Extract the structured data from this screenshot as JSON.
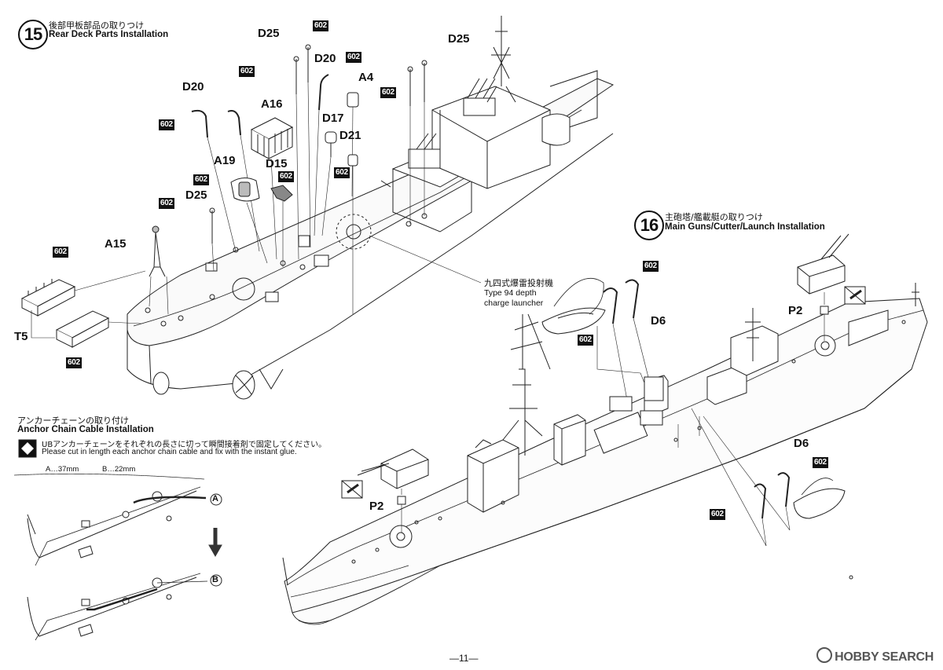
{
  "step15": {
    "number": "15",
    "title_jp": "後部甲板部品の取りつけ",
    "title_en": "Rear Deck Parts Installation",
    "labels": {
      "d25_top": "D25",
      "d25_right": "D25",
      "d20_top": "D20",
      "d20_left": "D20",
      "a4": "A4",
      "a16": "A16",
      "d17": "D17",
      "d21": "D21",
      "a19": "A19",
      "d15": "D15",
      "d25_mid": "D25",
      "a15": "A15",
      "t5": "T5"
    },
    "callout_jp": "九四式爆雷投射機",
    "callout_en_1": "Type 94 depth",
    "callout_en_2": "charge launcher"
  },
  "step16": {
    "number": "16",
    "title_jp": "主砲塔/艦載艇の取りつけ",
    "title_en": "Main Guns/Cutter/Launch Installation",
    "labels": {
      "p2_right": "P2",
      "p2_left": "P2",
      "d6_top": "D6",
      "d6_bottom": "D6"
    }
  },
  "anchor": {
    "title_jp": "アンカーチェーンの取り付け",
    "title_en": "Anchor Chain Cable Installation",
    "note_jp": "UBアンカーチェーンをそれぞれの長さに切って瞬間接着剤で固定してください。",
    "note_en": "Please cut in length each anchor chain cable and fix with the instant glue.",
    "length_a": "A…37mm",
    "length_b": "B…22mm",
    "marker_a": "A",
    "marker_b": "B"
  },
  "glue_code": "602",
  "page_number": "—11—",
  "watermark": "HOBBY SEARCH"
}
